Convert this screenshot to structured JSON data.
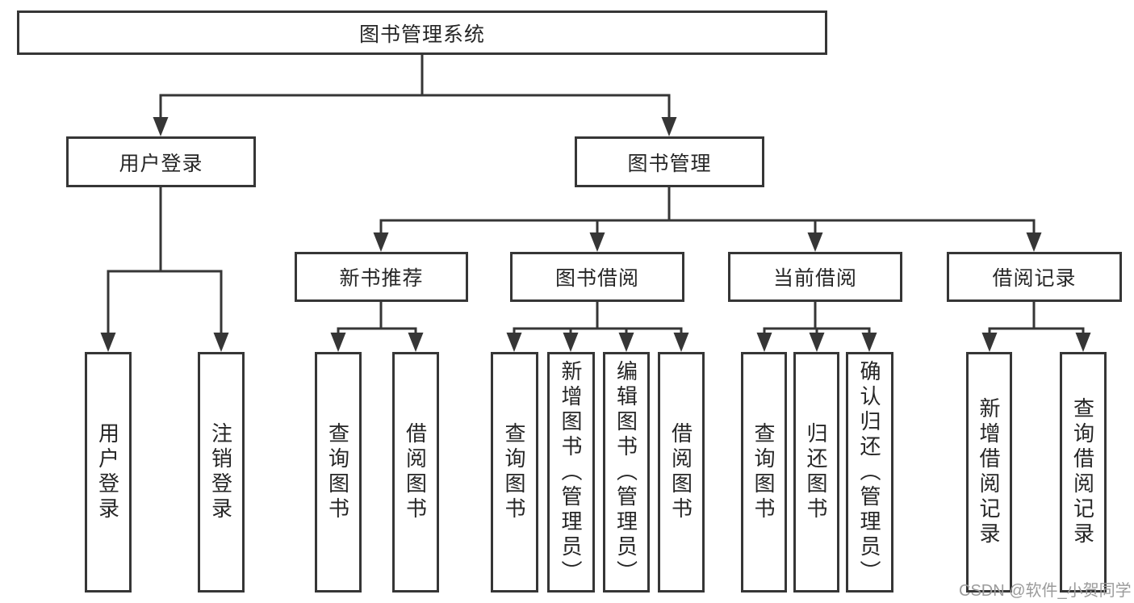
{
  "diagram": {
    "root": "图书管理系统",
    "level2": {
      "user_login": "用户登录",
      "book_management": "图书管理"
    },
    "level3": {
      "new_book_recommend": "新书推荐",
      "book_borrowing": "图书借阅",
      "current_borrowing": "当前借阅",
      "borrowing_records": "借阅记录"
    },
    "leaves": {
      "user_login_group": {
        "login": "用户登录",
        "logout": "注销登录"
      },
      "new_book_group": {
        "query_books": "查询图书",
        "borrow_books": "借阅图书"
      },
      "book_borrowing_group": {
        "query_books": "查询图书",
        "add_books_admin": "新增图书（管理员）",
        "edit_books_admin": "编辑图书（管理员）",
        "borrow_books": "借阅图书"
      },
      "current_borrowing_group": {
        "query_books": "查询图书",
        "return_books": "归还图书",
        "confirm_return_admin": "确认归还（管理员）"
      },
      "borrowing_records_group": {
        "add_record": "新增借阅记录",
        "query_record": "查询借阅记录"
      }
    }
  },
  "watermark": {
    "text": "CSDN @软件_小贺同学",
    "color": "#9b9b9b"
  },
  "colors": {
    "line": "#363636",
    "box_border": "#363636",
    "text": "#262626",
    "background": "#ffffff"
  }
}
